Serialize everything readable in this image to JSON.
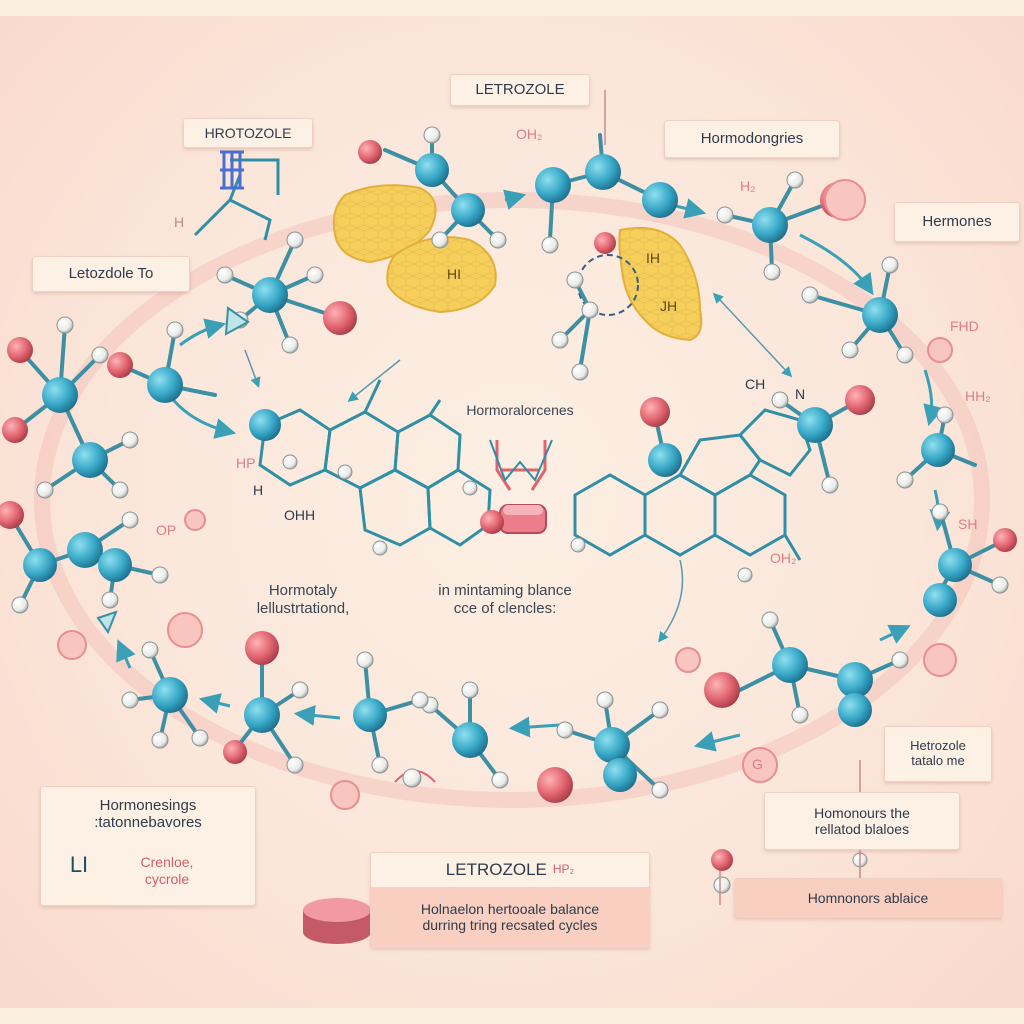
{
  "labels": {
    "top_center": "LETROZOLE",
    "top_left": "HROTOZOLE",
    "left": "Letozdole To",
    "top_right": "Hormodongries",
    "right": "Hermones",
    "center": "Hormoralorcenes",
    "mid_left": "Hormotaly\nlellustrtationd,",
    "mid_center": "in mintaming blance\ncce of clencles:",
    "bottom_left_title": "Hormonesings\n:tatonnebavores",
    "bottom_left_red": "Crenloe,\ncycrole",
    "bottom_left_atom": "LI",
    "bottom_center_title": "LETROZOLE",
    "bottom_center_title_suffix": "HP₂",
    "bottom_center_body": "Holnaelon hertooale balance\ndurring tring recsated cycles",
    "bottom_right_small": "Hetrozole\ntatalo me",
    "bottom_right_mid": "Homonours the\nrellatod blaloes",
    "bottom_right_bar": "Homnonors ablaice"
  },
  "annotations": {
    "oh": "OH₂",
    "h_left": "H",
    "hp_left": "HP",
    "hh": "H",
    "ohh": "OHH",
    "o_small": "OP",
    "ch": "CH",
    "n": "N",
    "ih": "IH",
    "jh": "JH",
    "hi": "HI",
    "h2": "H₂",
    "fh": "FHD",
    "hhi": "HH₂",
    "sh": "SH",
    "oh2": "OH₂",
    "g": "G"
  },
  "colors": {
    "background": "#fbe3d6",
    "atom_blue": "#3aa6c4",
    "atom_red": "#e06470",
    "atom_white": "#f3f3f0",
    "bond": "#2f8fa6",
    "arrow": "#3aa0b8",
    "hormone_yellow": "#f5cf5a",
    "pill": "#ec7d8a"
  }
}
